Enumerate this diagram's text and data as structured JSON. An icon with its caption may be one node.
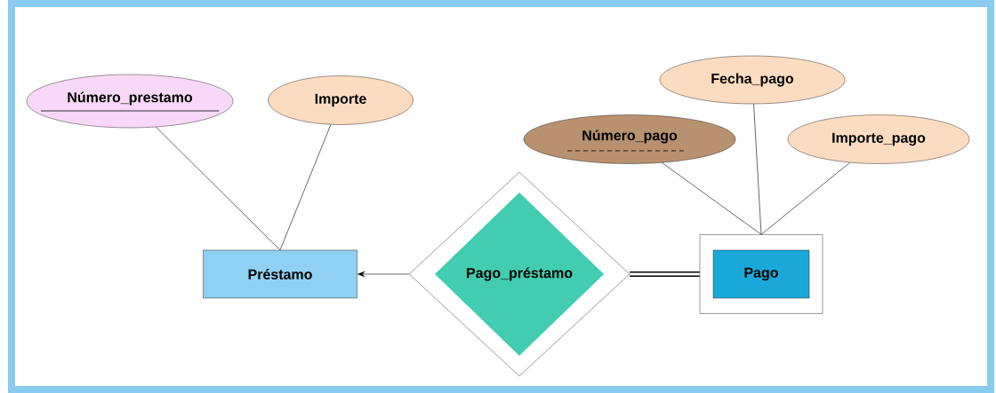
{
  "diagram": {
    "nodes": [
      {
        "text": [
          "Número_prestamo"
        ]
      },
      {
        "text": [
          "Importe"
        ]
      },
      {
        "text": [
          "Préstamo"
        ]
      },
      {
        "text": [
          "Pago_préstamo"
        ]
      },
      {
        "text": [
          "Fecha_pago"
        ]
      },
      {
        "text": [
          "Número_pago"
        ]
      },
      {
        "text": [
          "Importe_pago"
        ]
      },
      {
        "text": [
          "Pago"
        ]
      }
    ],
    "edges": [
      {
        "from": 0,
        "to": 2,
        "arrow": "none"
      },
      {
        "from": 1,
        "to": 2,
        "arrow": "none"
      },
      {
        "from": 3,
        "to": 2,
        "arrow": "to"
      },
      {
        "from": 3,
        "to": 7,
        "arrow": "none",
        "style": "thick"
      },
      {
        "from": 4,
        "to": 7,
        "arrow": "none"
      },
      {
        "from": 5,
        "to": 7,
        "arrow": "none"
      },
      {
        "from": 6,
        "to": 7,
        "arrow": "none"
      }
    ]
  }
}
